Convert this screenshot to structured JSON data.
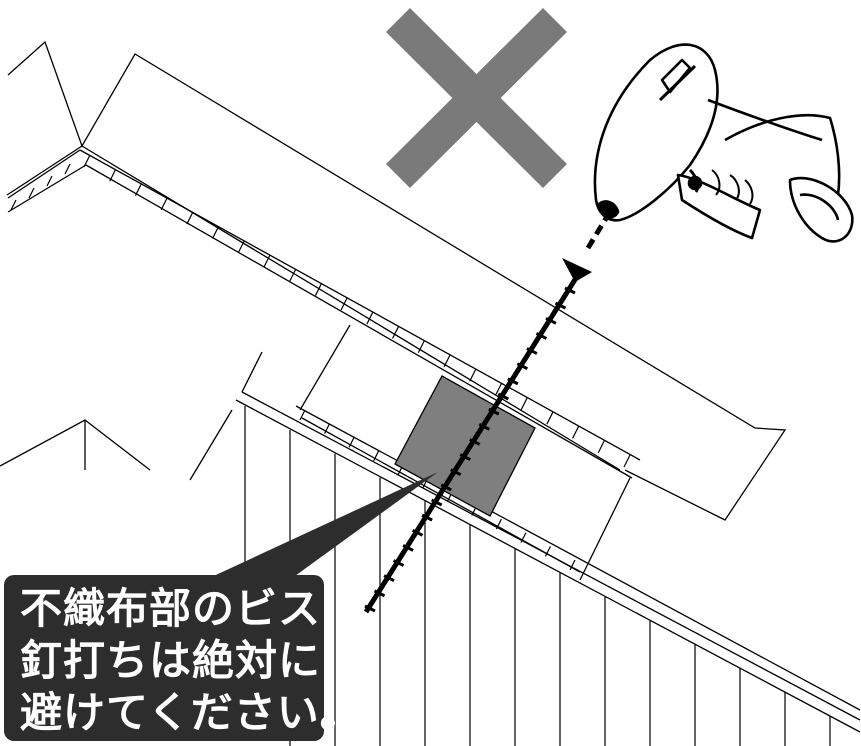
{
  "warning": {
    "lines": [
      "不織布部のビス・",
      "釘打ちは絶対に",
      "避けてください。"
    ]
  },
  "icons": {
    "prohibited": "cross-mark-icon",
    "tool": "power-drill-icon",
    "fastener": "screw-icon"
  },
  "colors": {
    "cross": "#7a7a7a",
    "nonwoven_area": "#7f7f7f",
    "callout_bg": "#2d2d2d",
    "callout_text": "#ffffff",
    "line": "#000000"
  }
}
